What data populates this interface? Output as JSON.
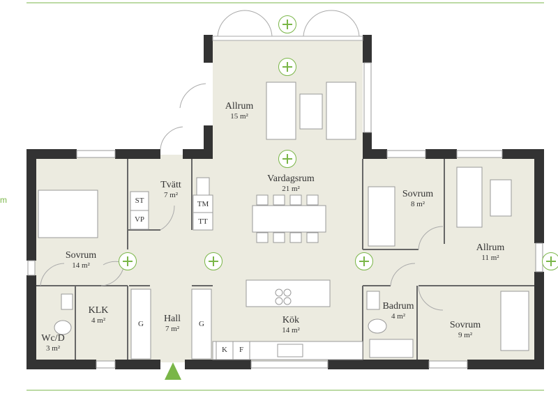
{
  "rooms": {
    "allrum_top": {
      "name": "Allrum",
      "area": "15 m²"
    },
    "vardagsrum": {
      "name": "Vardagsrum",
      "area": "21 m²"
    },
    "tvatt": {
      "name": "Tvätt",
      "area": "7 m²"
    },
    "sovrum_left": {
      "name": "Sovrum",
      "area": "14 m²"
    },
    "klk": {
      "name": "KLK",
      "area": "4 m²"
    },
    "wcd": {
      "name": "Wc/D",
      "area": "3 m²"
    },
    "hall": {
      "name": "Hall",
      "area": "7 m²"
    },
    "kok": {
      "name": "Kök",
      "area": "14 m²"
    },
    "sovrum_right_top": {
      "name": "Sovrum",
      "area": "8 m²"
    },
    "allrum_right": {
      "name": "Allrum",
      "area": "11 m²"
    },
    "badrum": {
      "name": "Badrum",
      "area": "4 m²"
    },
    "sovrum_right_bottom": {
      "name": "Sovrum",
      "area": "9 m²"
    }
  },
  "tags": {
    "st": "ST",
    "vp": "VP",
    "tm": "TM",
    "tt": "TT",
    "g_left": "G",
    "g_right": "G",
    "k": "K",
    "f": "F"
  },
  "scale_mark": "m",
  "colors": {
    "floor": "#ecebe0",
    "wall": "#333333",
    "accent": "#7ab648"
  }
}
